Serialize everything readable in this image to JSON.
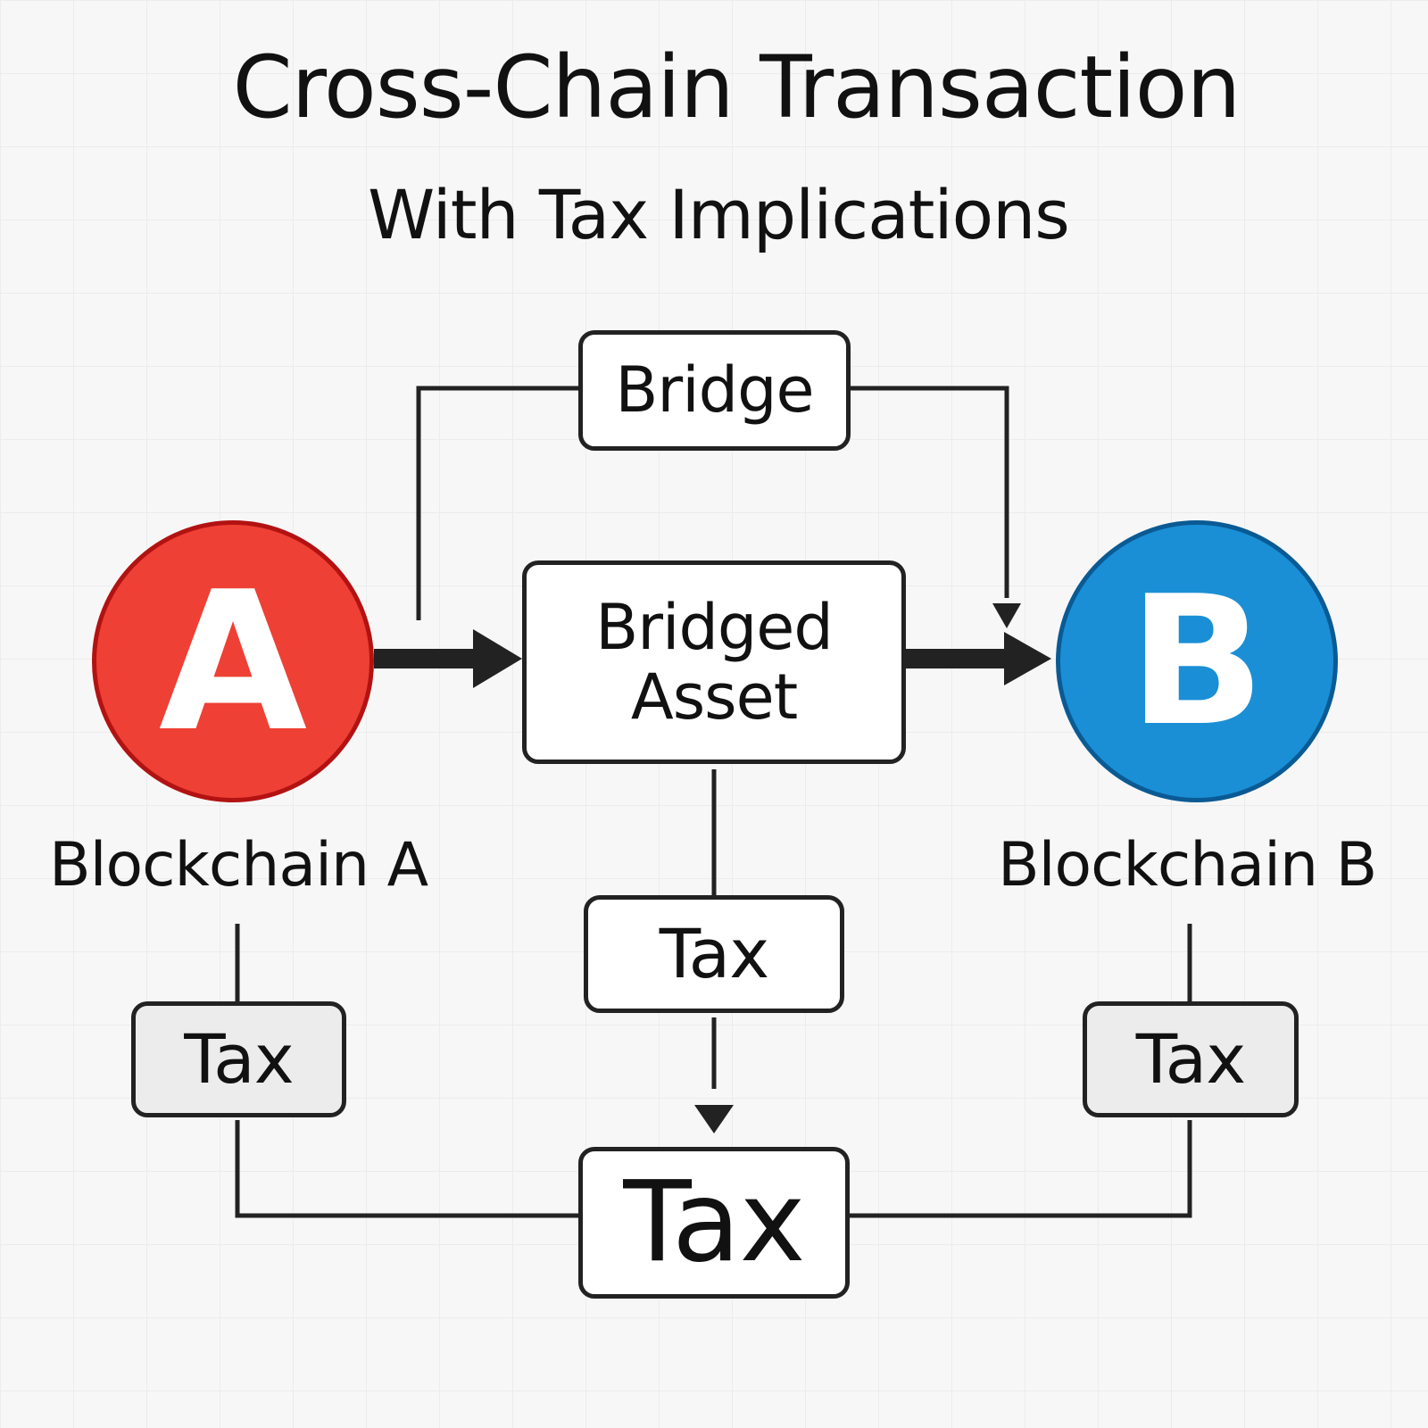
{
  "title": "Cross-Chain Transaction",
  "subtitle": "With Tax Implications",
  "nodes": {
    "a": {
      "letter": "A",
      "label": "Blockchain A",
      "fill": "#ee4034",
      "stroke": "#b31212"
    },
    "b": {
      "letter": "B",
      "label": "Blockchain B",
      "fill": "#1a8fd6",
      "stroke": "#0a5a94"
    }
  },
  "boxes": {
    "bridge": "Bridge",
    "bridged_asset_line1": "Bridged",
    "bridged_asset_line2": "Asset",
    "tax_center": "Tax",
    "tax_left": "Tax",
    "tax_right": "Tax",
    "tax_total": "Tax"
  }
}
